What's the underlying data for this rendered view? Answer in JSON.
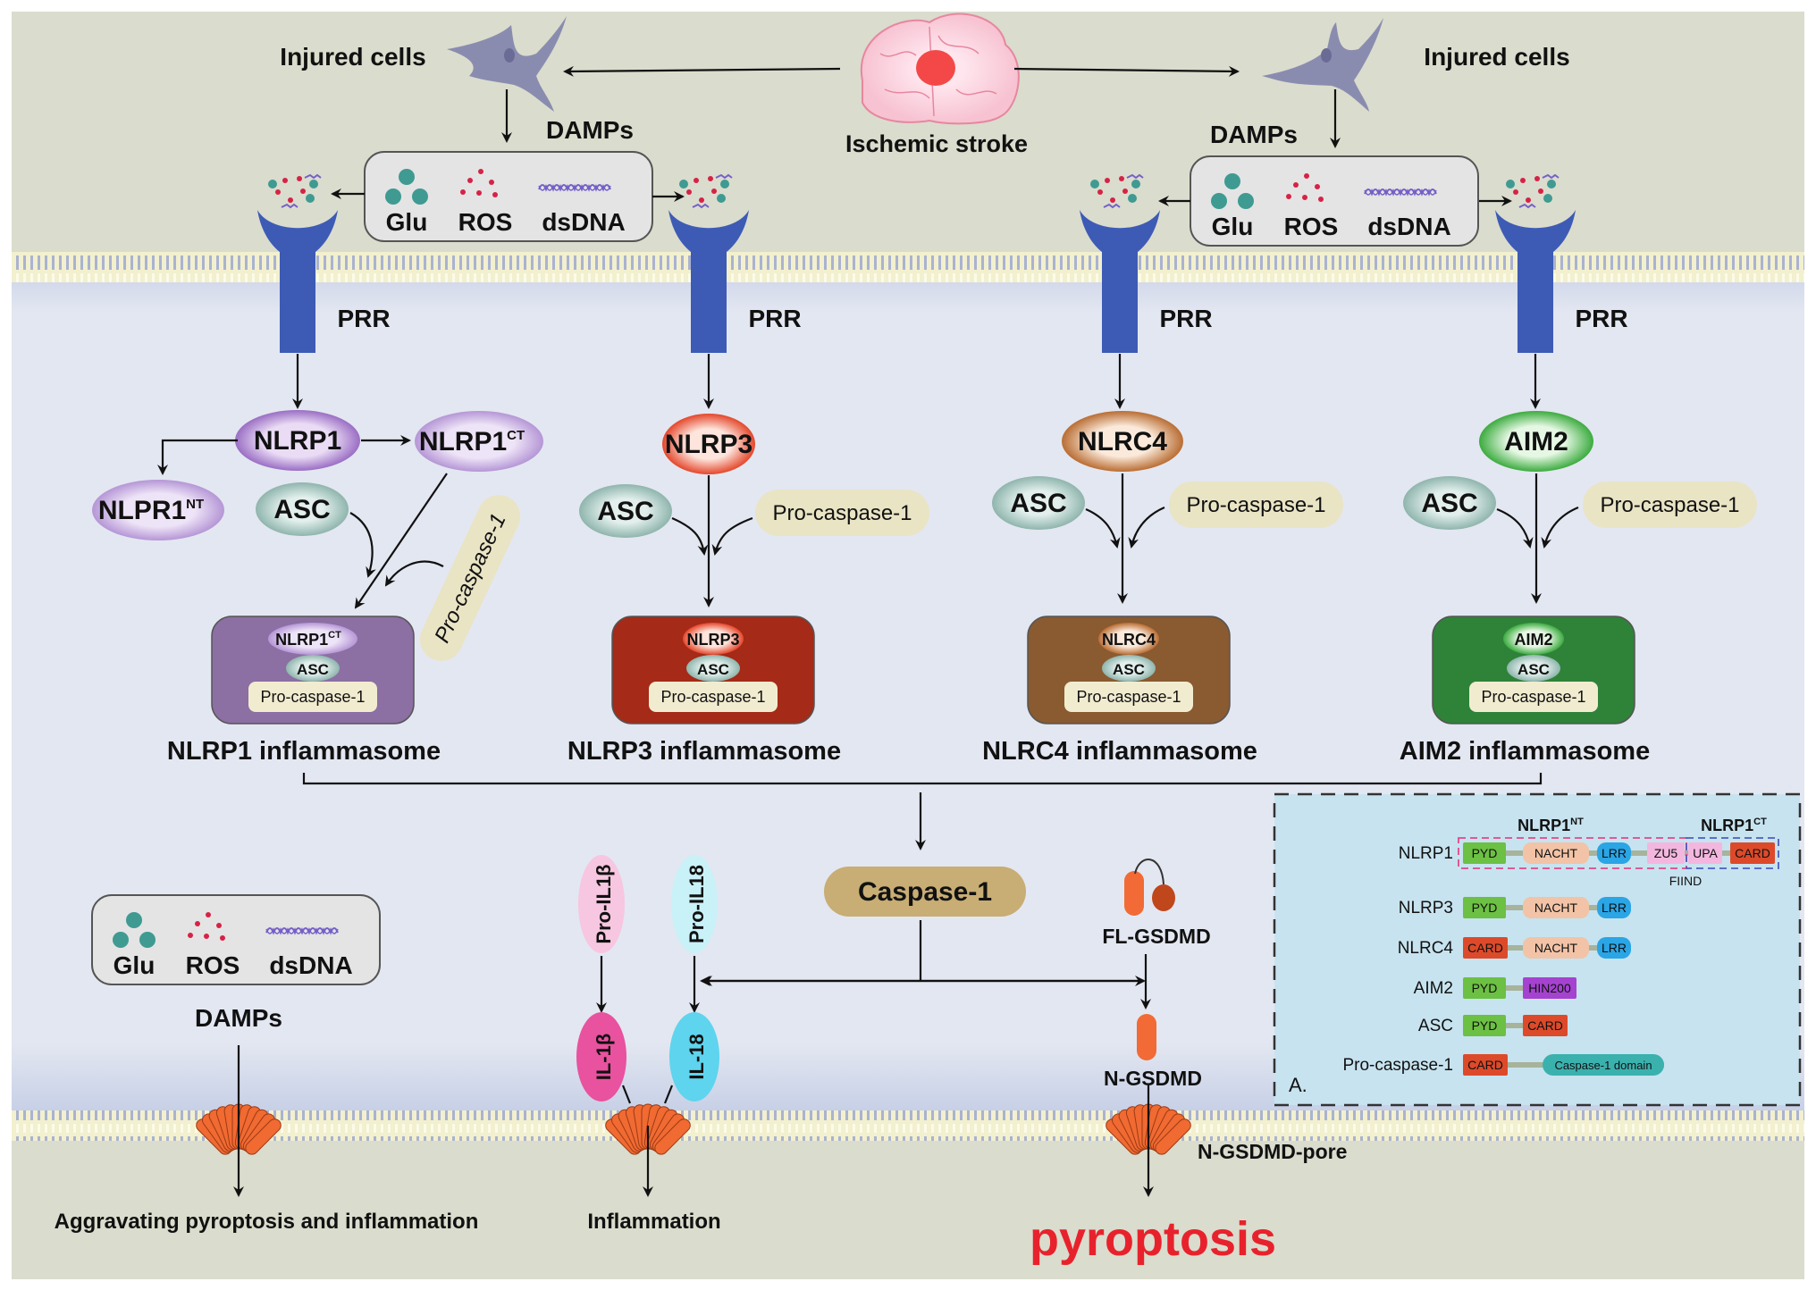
{
  "top": {
    "stroke_label": "Ischemic  stroke",
    "injured_left": "Injured cells",
    "injured_right": "Injured cells",
    "damps_left": "DAMPs",
    "damps_right": "DAMPs"
  },
  "damps_box": {
    "glu": "Glu",
    "ros": "ROS",
    "dsdna": "dsDNA"
  },
  "prr_label": "PRR",
  "sensors": {
    "nlrp1": "NLRP1",
    "nlrp1_ct": "NLRP1",
    "nlrp1_ct_sup": "CT",
    "nlpr1_nt": "NLPR1",
    "nlpr1_nt_sup": "NT",
    "nlrp3": "NLRP3",
    "nlrc4": "NLRC4",
    "aim2": "AIM2",
    "asc": "ASC",
    "pro_caspase": "Pro-caspase-1"
  },
  "inflammasomes": [
    {
      "sensor": "NLRP1",
      "sup": "CT",
      "asc": "ASC",
      "pro": "Pro-caspase-1",
      "label": "NLRP1  inflammasome",
      "color": "#8c6fa3"
    },
    {
      "sensor": "NLRP3",
      "sup": "",
      "asc": "ASC",
      "pro": "Pro-caspase-1",
      "label": "NLRP3  inflammasome",
      "color": "#a52a17"
    },
    {
      "sensor": "NLRC4",
      "sup": "",
      "asc": "ASC",
      "pro": "Pro-caspase-1",
      "label": "NLRC4  inflammasome",
      "color": "#8a5a30"
    },
    {
      "sensor": "AIM2",
      "sup": "",
      "asc": "ASC",
      "pro": "Pro-caspase-1",
      "label": "AIM2  inflammasome",
      "color": "#2e8338"
    }
  ],
  "effectors": {
    "caspase1": "Caspase-1",
    "pro_il1b": "Pro-IL1β",
    "pro_il18": "Pro-IL18",
    "il1b": "IL-1β",
    "il18": "IL-18",
    "fl_gsdmd": "FL-GSDMD",
    "n_gsdmd": "N-GSDMD",
    "n_gsdmd_pore": "N-GSDMD-pore"
  },
  "bottom": {
    "damps": "DAMPs",
    "aggravating": "Aggravating pyroptosis and inflammation",
    "inflammation": "Inflammation",
    "pyroptosis": "pyroptosis"
  },
  "domain_panel": {
    "label": "A.",
    "nt_header": "NLRP1",
    "nt_sup": "NT",
    "ct_header": "NLRP1",
    "ct_sup": "CT",
    "fiind": "FIIND",
    "rows": [
      {
        "name": "NLRP1",
        "domains": [
          "PYD",
          "NACHT",
          "LRR",
          "ZU5",
          "UPA",
          "CARD"
        ]
      },
      {
        "name": "NLRP3",
        "domains": [
          "PYD",
          "NACHT",
          "LRR"
        ]
      },
      {
        "name": "NLRC4",
        "domains": [
          "CARD",
          "NACHT",
          "LRR"
        ]
      },
      {
        "name": "AIM2",
        "domains": [
          "PYD",
          "HIN200"
        ]
      },
      {
        "name": "ASC",
        "domains": [
          "PYD",
          "CARD"
        ]
      },
      {
        "name": "Pro-caspase-1",
        "domains": [
          "CARD",
          "Caspase-1 domain"
        ]
      }
    ]
  },
  "colors": {
    "pyroptosis": "#e8222c",
    "receptor": "#3d5bb5",
    "pore": "#f06a32"
  }
}
